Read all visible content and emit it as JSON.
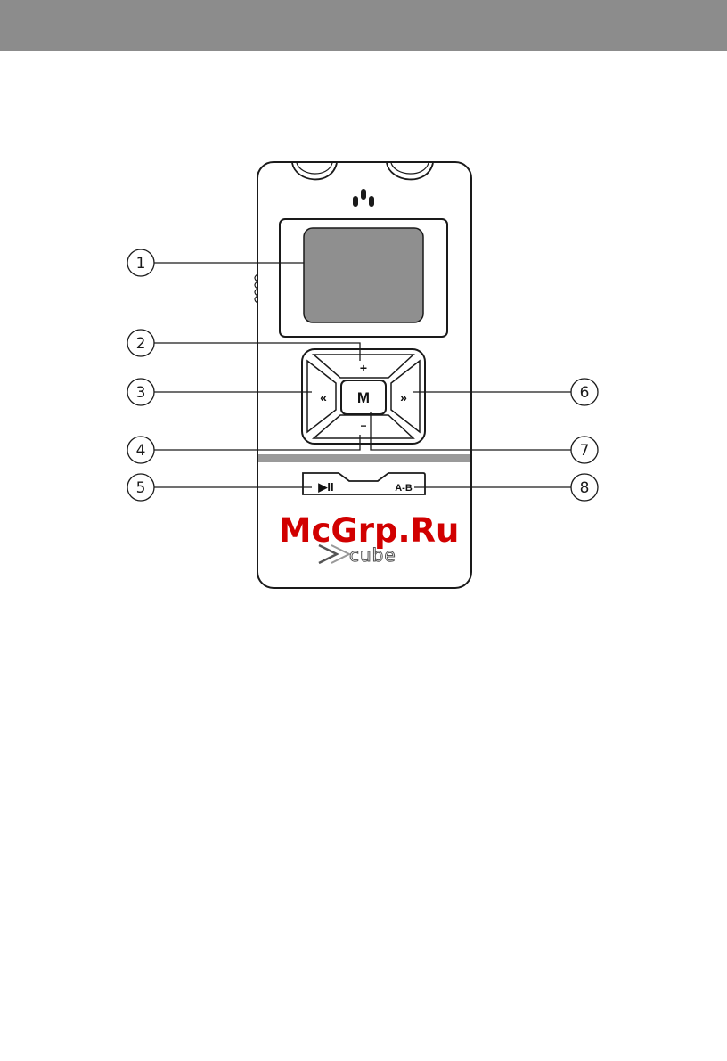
{
  "header": {
    "band_color": "#8c8c8c"
  },
  "device": {
    "screen_color": "#8f8f8f",
    "body_outline_color": "#1a1a1a",
    "stripe_color": "#9a9a9a"
  },
  "buttons": {
    "plus_symbol": "+",
    "minus_symbol": "−",
    "prev_symbol": "«",
    "next_symbol": "»",
    "menu_label": "M",
    "play_pause_symbol": "▶II",
    "ab_label": "A-B"
  },
  "callouts": [
    "1",
    "2",
    "3",
    "4",
    "5",
    "6",
    "7",
    "8"
  ],
  "watermark": {
    "text": "McGrp.Ru",
    "color": "#d10000",
    "brand_text": "cube"
  }
}
